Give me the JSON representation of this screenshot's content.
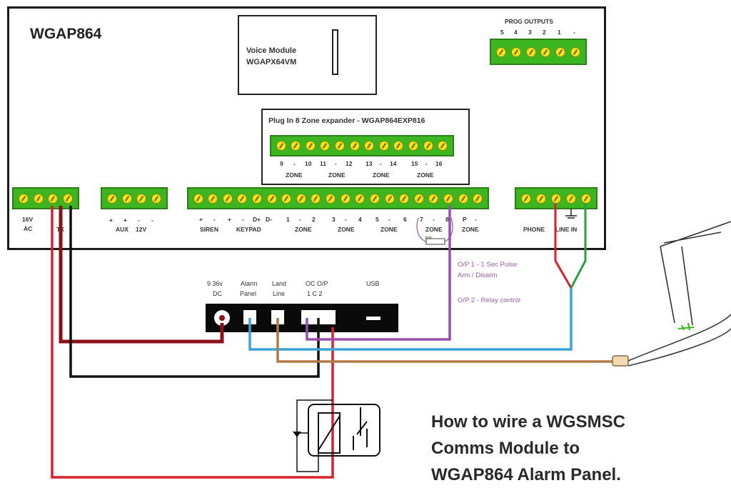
{
  "panel": {
    "model": "WGAP864",
    "voice_module": {
      "line1": "Voice Module",
      "line2": "WGAPX64VM"
    },
    "expander": {
      "title": "Plug In 8 Zone expander - WGAP864EXP816",
      "terminals": [
        "9",
        "-",
        "10",
        "11",
        "-",
        "12",
        "13",
        "-",
        "14",
        "15",
        "-",
        "16"
      ],
      "zone_label": "ZONE"
    },
    "prog_outputs": {
      "title": "PROG OUTPUTS",
      "terminals": [
        "5",
        "4",
        "3",
        "2",
        "1",
        "-"
      ]
    },
    "power": {
      "left_top": "16V",
      "left_bottom": "AC",
      "right": "TX"
    },
    "aux": {
      "terms": [
        "+",
        "+",
        "-",
        "-"
      ],
      "label_aux": "AUX",
      "label_12v": "12V"
    },
    "main": {
      "terms": [
        "+",
        "-",
        "+",
        "-",
        "D+",
        "D-",
        "1",
        "-",
        "2",
        "3",
        "-",
        "4",
        "5",
        "-",
        "6",
        "7",
        "-",
        "8",
        "P",
        "-"
      ],
      "labels": [
        "SIREN",
        "KEYPAD",
        "ZONE",
        "ZONE",
        "ZONE",
        "ZONE",
        "ZONE"
      ]
    },
    "phone": {
      "phone": "PHONE",
      "line_in": "LINE IN"
    },
    "resistor_label": "EOL"
  },
  "comms_module": {
    "dc_top": "9 36v",
    "dc_bottom": "DC",
    "alarm_top": "Alarm",
    "alarm_bottom": "Panel",
    "land_top": "Land",
    "land_bottom": "Line",
    "oc_top": "OC O/P",
    "oc_bottom": "1  C  2",
    "usb": "USB"
  },
  "notes": {
    "op1_line1": "O/P 1 - 1 Sec Pulse",
    "op1_line2": "Arm / Disarm",
    "op2": "O/P 2 - Relay control"
  },
  "title": {
    "line1": "How to wire a WGSMSC",
    "line2": "Comms Module  to",
    "line3": "WGAP864 Alarm Panel."
  },
  "colors": {
    "terminal_green": "#3cb521",
    "screw_yellow": "#f2e21e",
    "wire_red": "#d9202b",
    "wire_darkred": "#8c1018",
    "wire_black": "#111111",
    "wire_blue": "#3aa3d8",
    "wire_brown": "#b07a45",
    "wire_purple": "#9a4fb0",
    "wire_green": "#2aa043"
  }
}
